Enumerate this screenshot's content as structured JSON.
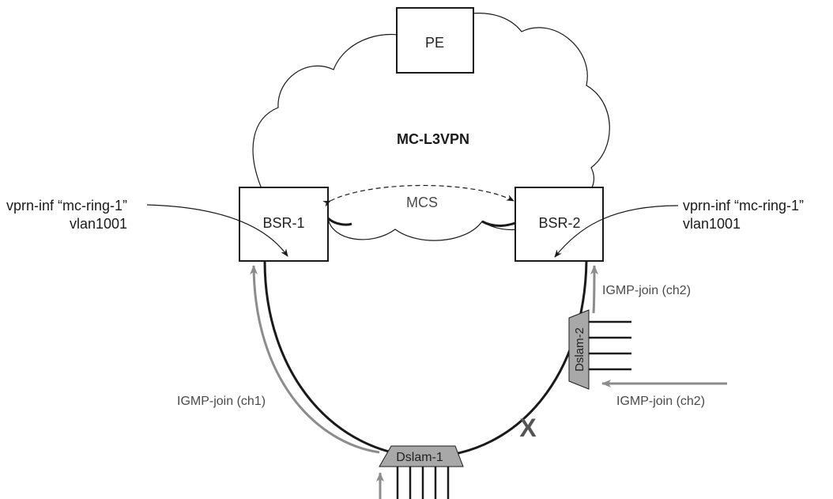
{
  "diagram": {
    "cloud_label": "MC-L3VPN",
    "nodes": {
      "pe": "PE",
      "bsr1": "BSR-1",
      "bsr2": "BSR-2",
      "dslam1": "Dslam-1",
      "dslam2": "Dslam-2"
    },
    "mcs_label": "MCS",
    "left_annotation": {
      "line1": "vprn-inf “mc-ring-1”",
      "line2": "vlan1001"
    },
    "right_annotation": {
      "line1": "vprn-inf “mc-ring-1”",
      "line2": "vlan1001"
    },
    "igmp_ch1": "IGMP-join (ch1)",
    "igmp_ch2_upper": "IGMP-join (ch2)",
    "igmp_ch2_lower": "IGMP-join (ch2)",
    "failure_mark": "X"
  },
  "colors": {
    "line": "#1a1a1a",
    "igmp_arrow": "#8c8c8c",
    "dslam_fill": "#a8a8a8",
    "failure_mark": "#555555"
  }
}
